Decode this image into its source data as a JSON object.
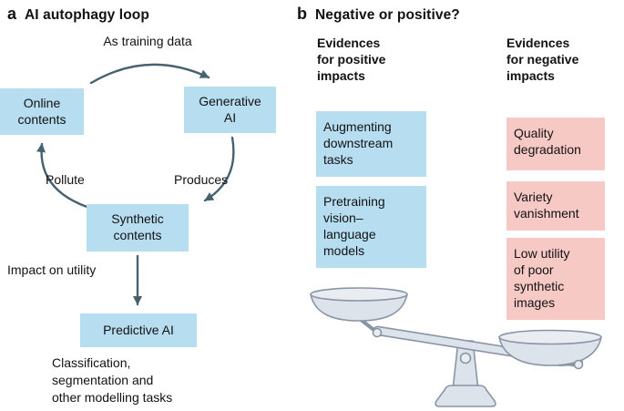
{
  "colors": {
    "blue-box": "#b7ddf1",
    "pink-box": "#f6c9c5",
    "arrow": "#47626f",
    "scale-fill": "#dde3ea",
    "scale-rim": "#e9edf2",
    "scale-stroke": "#8995a5"
  },
  "panel_a": {
    "letter": "a",
    "title": "AI autophagy loop",
    "nodes": {
      "online": "Online\ncontents",
      "generative": "Generative\nAI",
      "synthetic": "Synthetic\ncontents",
      "predictive": "Predictive AI"
    },
    "edges": {
      "training": "As training data",
      "pollute": "Pollute",
      "produces": "Produces",
      "impact": "Impact on utility"
    },
    "caption": "Classification,\nsegmentation and\nother modelling tasks"
  },
  "panel_b": {
    "letter": "b",
    "title": "Negative or positive?",
    "positive_header": "Evidences\nfor positive\nimpacts",
    "negative_header": "Evidences\nfor negative\nimpacts",
    "positive_items": [
      "Augmenting\ndownstream\ntasks",
      "Pretraining\nvision–\nlanguage\nmodels"
    ],
    "negative_items": [
      "Quality\ndegradation",
      "Variety\nvanishment",
      "Low utility\nof poor\nsynthetic\nimages"
    ]
  }
}
